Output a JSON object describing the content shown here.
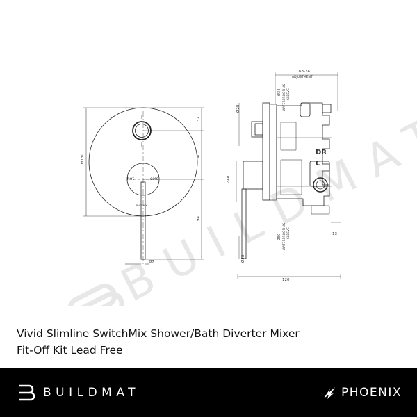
{
  "drawing": {
    "dims": {
      "adj_range": "63-74",
      "adjustment": "ADJUSTMENT",
      "sleeve_34": "Ø34",
      "sleeve_34_note": "WATERPROOFING",
      "sleeve_34_note2": "SLEEVE",
      "d28": "Ø28",
      "d130": "Ø130",
      "d32": "32",
      "d40": "40",
      "d94": "94",
      "d7": "Ø7",
      "d38": "Ø38",
      "d13": "13",
      "d120": "120",
      "sleeve_50": "Ø50",
      "sleeve_50_note": "WATERPROOFING",
      "sleeve_50_note2": "SLEEVE",
      "d40_side": "Ø40"
    },
    "labels": {
      "hot": "hot",
      "cold": "cold",
      "brand_mark": "PHOENIX",
      "dr": "DR",
      "c": "C"
    },
    "watermark": "BUILDMAT"
  },
  "product": {
    "title_line1": "Vivid Slimline SwitchMix Shower/Bath Diverter Mixer",
    "title_line2": "Fit-Off Kit Lead Free"
  },
  "footer": {
    "left_brand": "BUILDMAT",
    "right_brand": "PHOENIX",
    "background": "#000000"
  }
}
